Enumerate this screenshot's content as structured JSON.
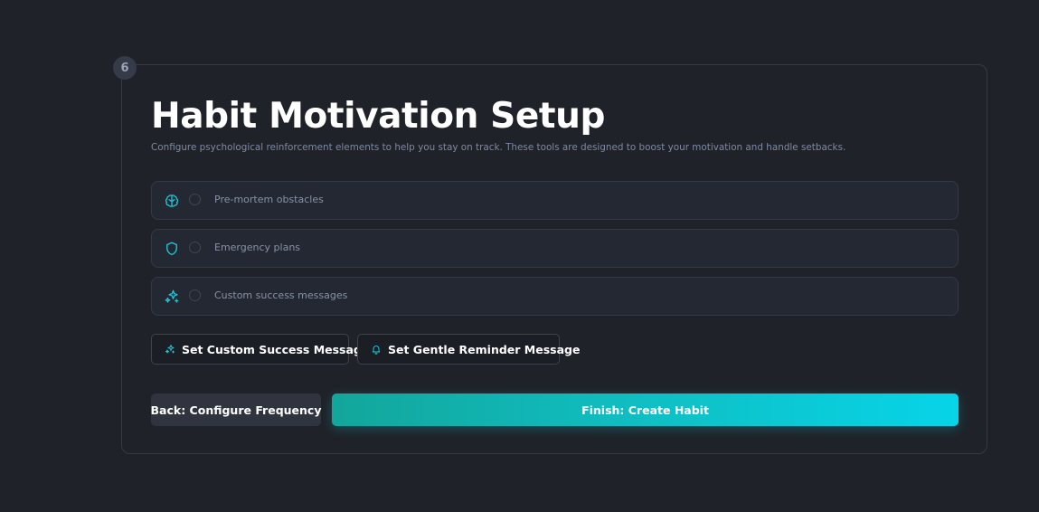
{
  "step": {
    "number": "6"
  },
  "header": {
    "title": "Habit Motivation Setup",
    "subtitle": "Configure psychological reinforcement elements to help you stay on track. These tools are designed to boost your motivation and handle setbacks."
  },
  "options": [
    {
      "label": "Pre-mortem obstacles",
      "icon": "brain-icon"
    },
    {
      "label": "Emergency plans",
      "icon": "shield-icon"
    },
    {
      "label": "Custom success messages",
      "icon": "sparkles-icon"
    }
  ],
  "message_buttons": {
    "success_label": "Set Custom Success Message",
    "success_icon": "sparkles-icon",
    "reminder_label": "Set Gentle Reminder Message",
    "reminder_icon": "bell-icon"
  },
  "nav": {
    "back_label": "Back: Configure Frequency",
    "finish_label": "Finish: Create Habit"
  },
  "colors": {
    "background": "#1f2229",
    "accent": "#22c8d8",
    "gradient_start": "#13a69b",
    "gradient_end": "#07d4e8"
  }
}
